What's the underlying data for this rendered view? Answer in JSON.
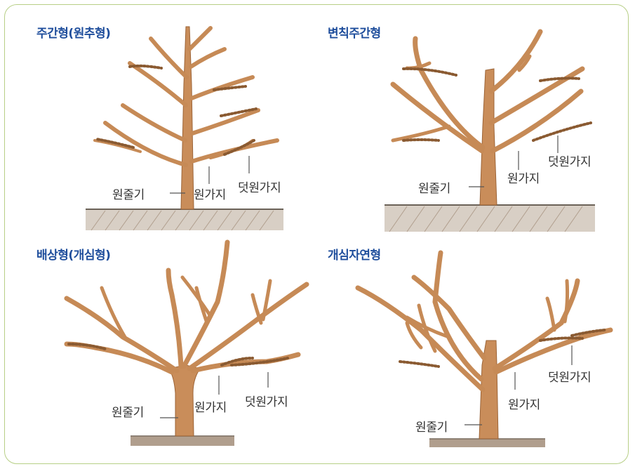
{
  "panels": [
    {
      "title": "주간형(원추형)",
      "labels": {
        "main_trunk": "원줄기",
        "main_branch": "원가지",
        "sub_branch": "덧원가지"
      }
    },
    {
      "title": "변칙주간형",
      "labels": {
        "main_trunk": "원줄기",
        "main_branch": "원가지",
        "sub_branch": "덧원가지"
      }
    },
    {
      "title": "배상형(개심형)",
      "labels": {
        "main_trunk": "원줄기",
        "main_branch": "원가지",
        "sub_branch": "덧원가지"
      }
    },
    {
      "title": "개심자연형",
      "labels": {
        "main_trunk": "원줄기",
        "main_branch": "원가지",
        "sub_branch": "덧원가지"
      }
    }
  ],
  "colors": {
    "title": "#1f4e9c",
    "border": "#b7cf86",
    "wood": "#c98d5a",
    "ground": "#b09e8d"
  }
}
